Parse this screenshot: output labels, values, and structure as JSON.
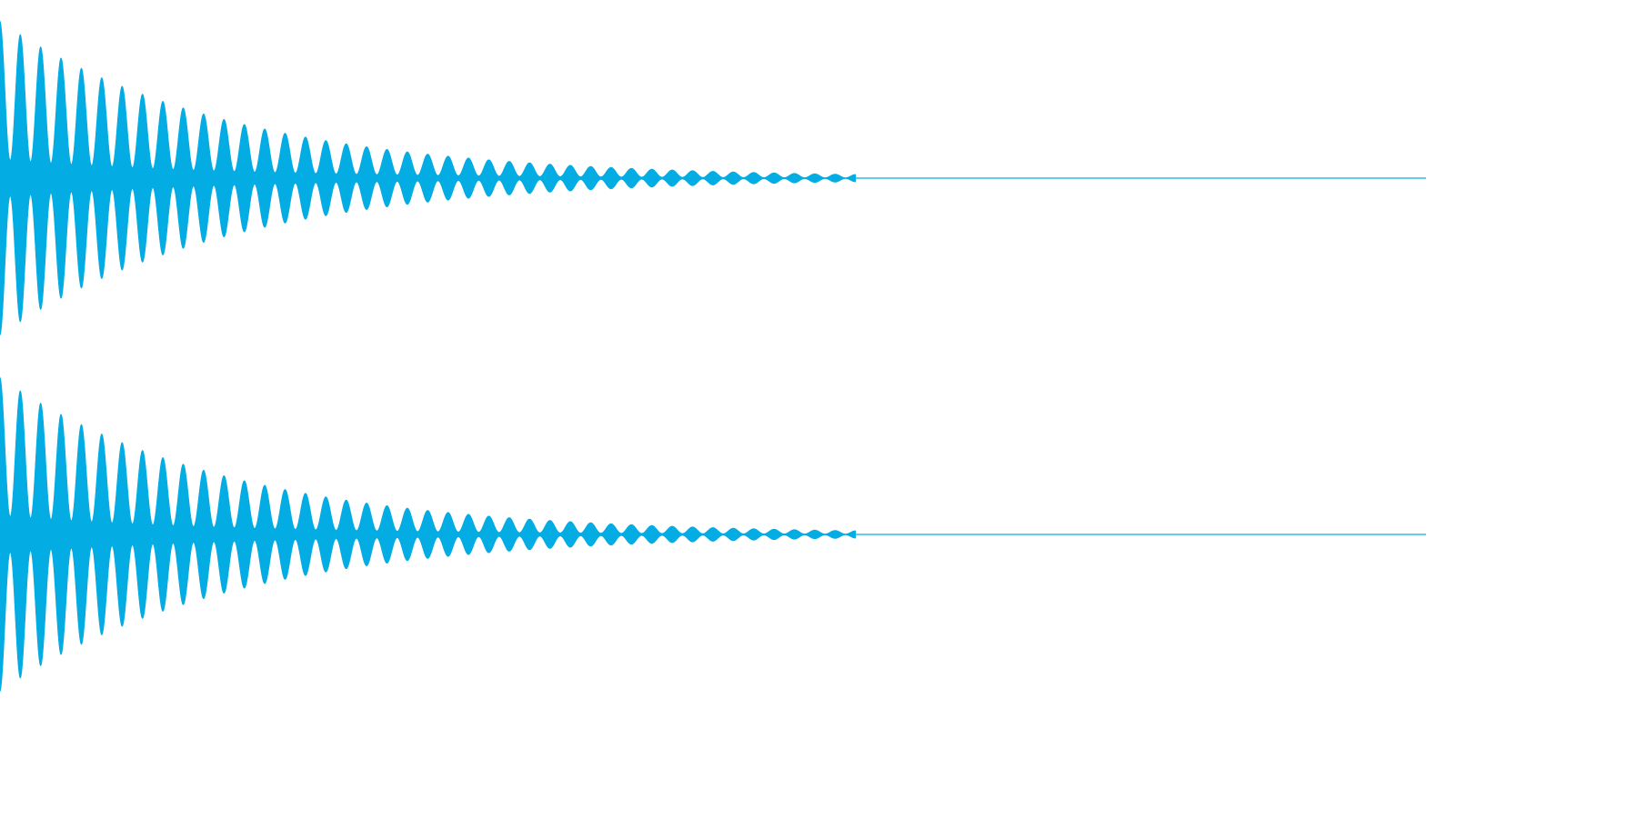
{
  "chart_data": {
    "type": "area",
    "title": "",
    "xlabel": "",
    "ylabel": "",
    "grid": false,
    "legend": "none",
    "ylim": [
      -1,
      1
    ],
    "xlim": [
      0,
      1
    ],
    "color": "#04ace4",
    "series": [
      {
        "channel": "L",
        "peak_amplitude": 0.96,
        "decay_time_constant": 0.16,
        "oscillation_cycles": 42,
        "sound_end": 0.6,
        "signal_end": 1.0
      },
      {
        "channel": "R",
        "peak_amplitude": 0.96,
        "decay_time_constant": 0.16,
        "oscillation_cycles": 42,
        "sound_end": 0.6,
        "signal_end": 1.0
      }
    ]
  }
}
